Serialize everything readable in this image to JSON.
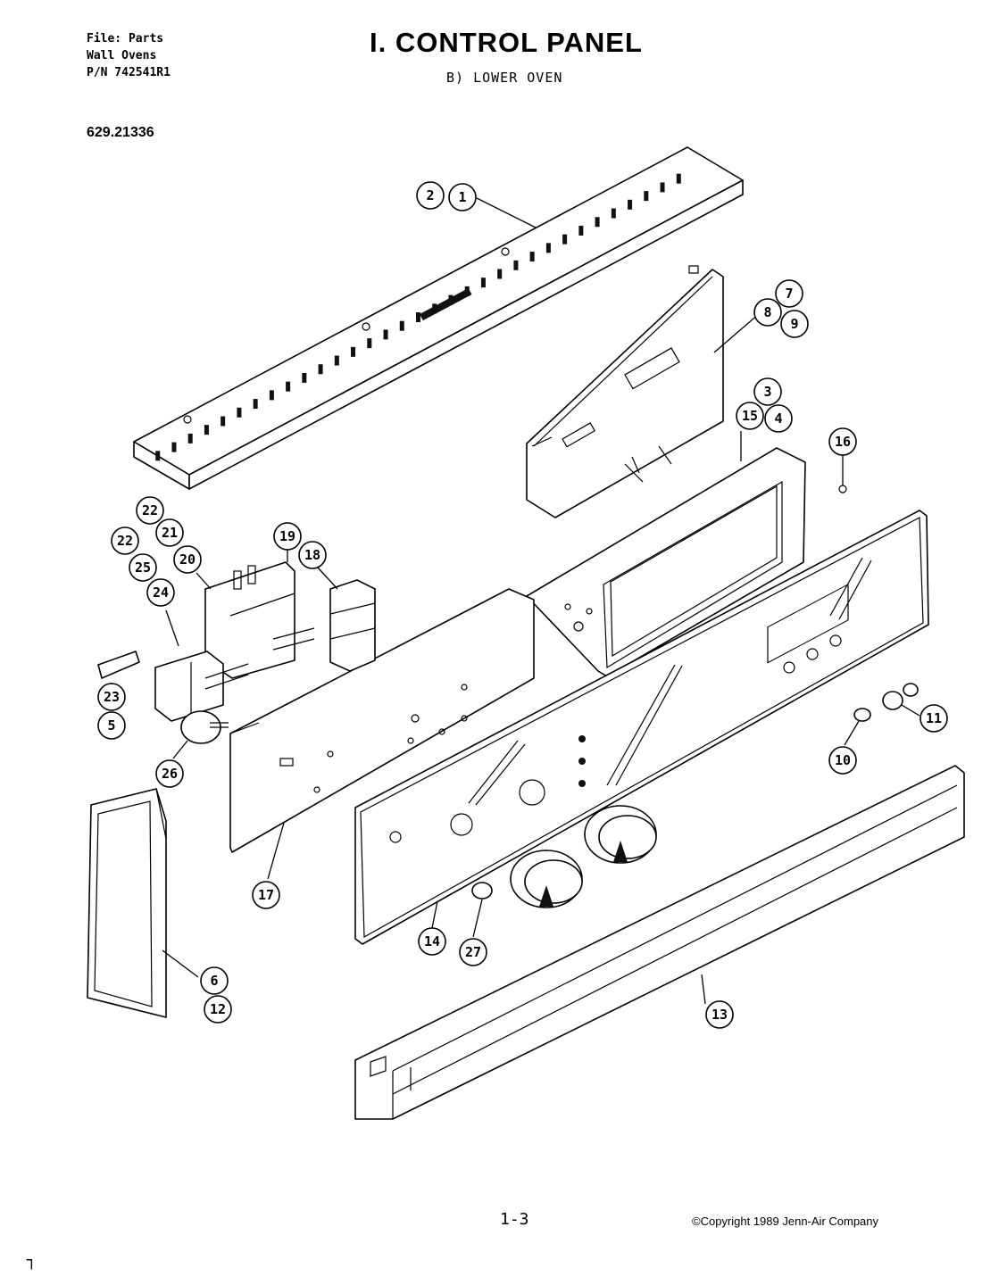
{
  "header": {
    "file_lines": [
      "File: Parts",
      "Wall Ovens",
      "P/N 742541R1"
    ],
    "title": "I. CONTROL PANEL",
    "subtitle": "B) LOWER OVEN",
    "model_number": "629.21336"
  },
  "footer": {
    "page_number": "1-3",
    "copyright": "©Copyright 1989 Jenn-Air Company",
    "corner_mark": "┐"
  },
  "callouts": [
    "1",
    "2",
    "3",
    "4",
    "5",
    "6",
    "7",
    "8",
    "9",
    "10",
    "11",
    "12",
    "13",
    "14",
    "15",
    "16",
    "17",
    "18",
    "19",
    "20",
    "21",
    "22",
    "22",
    "23",
    "24",
    "25",
    "26",
    "27"
  ]
}
